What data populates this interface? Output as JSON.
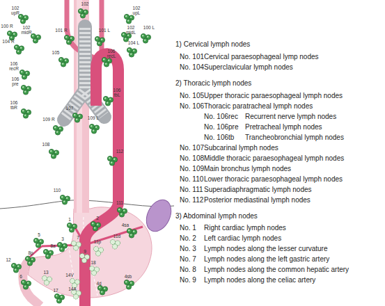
{
  "diagram": {
    "labels": [
      "1) Cervical lymph nodes",
      "No. 101",
      "Cervical paraesophageal lymp nodes",
      "No. 104",
      "Superclavicular lymph nodes",
      "2) Thoracic lymph nodes",
      "No. 105",
      "Upper thoracic paraesophageal lymph nodes",
      "No. 106",
      "Thoracic paratracheal lymph nodes",
      "No. 106rec",
      "Recurrent nerve lymph nodes",
      "No. 106pre",
      "Pretracheal lymph nodes",
      "No. 106tb",
      "Trancheobronchial lymph nodes",
      "No. 107",
      "Subcarinal lymph nodes",
      "No. 108",
      "Middle thoracic paraesophageal lymph nodes",
      "No. 109",
      "Main bronchus lymph nodes",
      "No. 110",
      "Lower thoracic paraesophageal lymph nodes",
      "No. 111",
      "Superadiaphragmatic lymph nodes",
      "No. 112",
      "Posterior mediastinal lymph nodes",
      "3) Abdominal lymph nodes",
      "No. 1",
      "Right cardiac lymph nodes",
      "No. 2",
      "Left cardiac lymph nodes",
      "No. 3",
      "Lymph nodes along the lesser curvature",
      "No. 7",
      "Lymph nodes along the left gastric artery",
      "No. 8",
      "Lymph nodes along the common hepatic artery",
      "No. 9",
      "Lymph nodes along the celiac artery",
      "102",
      "102 upR",
      "102 upL",
      "100 R",
      "102 midR",
      "101 R",
      "101 L",
      "102 midL",
      "100 L",
      "104 R",
      "104 L",
      "105",
      "106 recR",
      "106 recL",
      "106 pre",
      "106 tbR",
      "106 tbL",
      "107",
      "109 R",
      "109 L",
      "108",
      "112",
      "110",
      "111",
      "1",
      "2",
      "4sa",
      "11d",
      "3",
      "7",
      "11p",
      "9",
      "5",
      "8a",
      "12",
      "8p",
      "6",
      "18",
      "13",
      "14V",
      "14A",
      "4sb",
      "4d",
      "17"
    ]
  }
}
